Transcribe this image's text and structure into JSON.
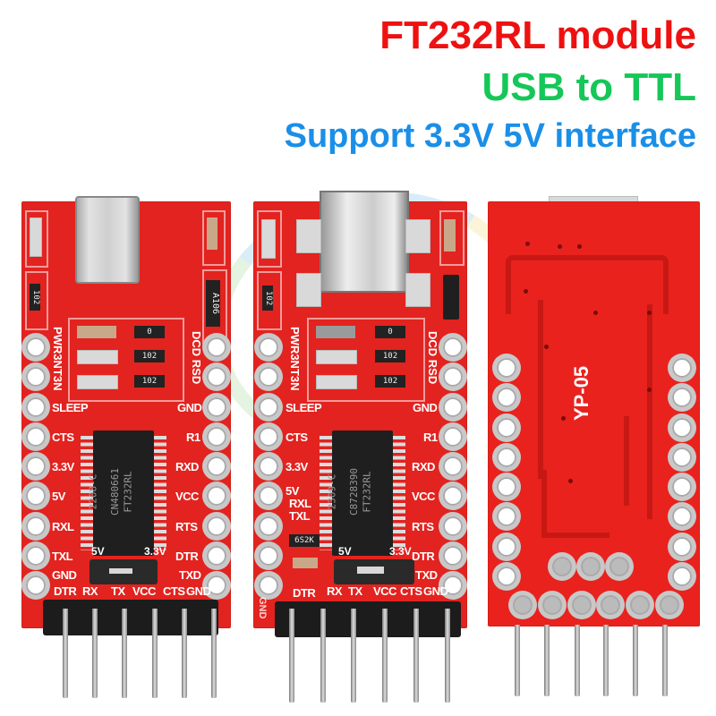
{
  "header": {
    "title": "FT232RL module",
    "subtitle": "USB to TTL",
    "tagline": "Support 3.3V 5V interface",
    "colors": {
      "title": "#ee1111",
      "subtitle": "#15c758",
      "tagline": "#1a8fe8"
    }
  },
  "boards": [
    {
      "name": "Type-C board (front)",
      "connector": "USB Type-C",
      "vertical_label": "PWR3NT3N",
      "left_pins": [
        "SLEEP",
        "CTS",
        "3.3V",
        "5V",
        "RXL",
        "TXL",
        "GND"
      ],
      "right_pins": [
        "DCD RSD",
        "GND",
        "R1",
        "RXD",
        "VCC",
        "RTS",
        "DTR",
        "TXD"
      ],
      "bottom_pins": [
        "DTR",
        "RX",
        "TX",
        "VCC",
        "CTS",
        "GND"
      ],
      "jumper_labels": [
        "5V",
        "3.3V"
      ],
      "chip_text": [
        "2208-C",
        "CN480661",
        "FT232RL"
      ],
      "resistor_codes": [
        "102",
        "0",
        "102",
        "102"
      ],
      "diode_code": "A106"
    },
    {
      "name": "Mini-USB board (front)",
      "connector": "Mini USB",
      "vertical_label": "PWR3NT3N",
      "left_pins": [
        "SLEEP",
        "CTS",
        "3.3V",
        "5V",
        "RXL",
        "TXL",
        "GND"
      ],
      "right_pins": [
        "DCD RSD",
        "GND",
        "R1",
        "RXD",
        "VCC",
        "RTS",
        "DTR",
        "TXD"
      ],
      "bottom_pins": [
        "DTR",
        "RX",
        "TX",
        "VCC",
        "CTS",
        "GND"
      ],
      "jumper_labels": [
        "5V",
        "3.3V"
      ],
      "chip_text": [
        "2309-C",
        "C8728390",
        "FT232RL"
      ],
      "resistor_codes": [
        "102",
        "0",
        "102",
        "102"
      ],
      "transistor_code": "6S2K"
    },
    {
      "name": "Board (back)",
      "silkscreen": "YP-05"
    }
  ]
}
